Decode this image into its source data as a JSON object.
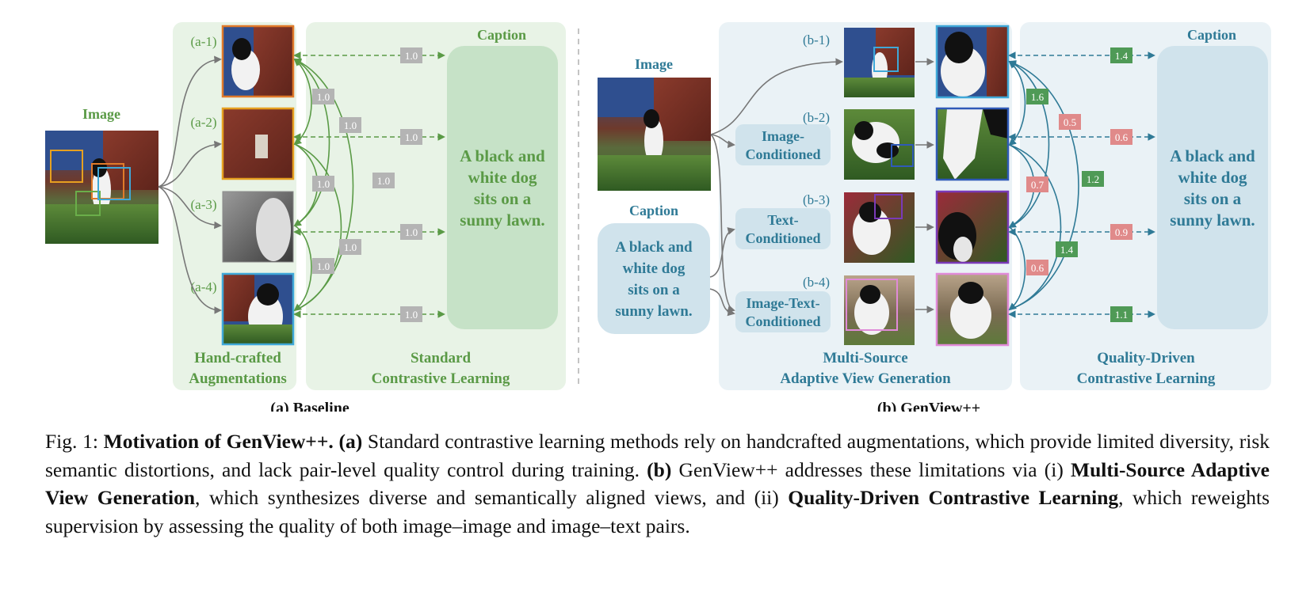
{
  "figure": {
    "left": {
      "image_label": "Image",
      "aug_labels": [
        "(a-1)",
        "(a-2)",
        "(a-3)",
        "(a-4)"
      ],
      "caption_label": "Caption",
      "caption_text": [
        "A black and",
        "white dog",
        "sits on a",
        "sunny lawn."
      ],
      "pair_weights": [
        "1.0",
        "1.0",
        "1.0",
        "1.0"
      ],
      "image_pair_weights": [
        "1.0",
        "1.0",
        "1.0",
        "1.0",
        "1.0",
        "1.0"
      ],
      "panel1_title": [
        "Hand-crafted",
        "Augmentations"
      ],
      "panel2_title": [
        "Standard",
        "Contrastive Learning"
      ],
      "subcaption": "(a) Baseline"
    },
    "right": {
      "image_label": "Image",
      "caption_label": "Caption",
      "input_caption": [
        "A black and",
        "white dog",
        "sits on a",
        "sunny lawn."
      ],
      "gen_labels": [
        "(b-1)",
        "(b-2)",
        "(b-3)",
        "(b-4)"
      ],
      "cond_labels": [
        [
          "Image-",
          "Conditioned"
        ],
        [
          "Text-",
          "Conditioned"
        ],
        [
          "Image-Text-",
          "Conditioned"
        ]
      ],
      "pair_weights": [
        "1.4",
        "0.6",
        "0.9",
        "1.1"
      ],
      "image_pair_weights": [
        "1.6",
        "0.5",
        "1.2",
        "0.7",
        "1.4",
        "0.6"
      ],
      "caption_text": [
        "A black and",
        "white dog",
        "sits on a",
        "sunny lawn."
      ],
      "panel1_title": [
        "Multi-Source",
        "Adaptive View Generation"
      ],
      "panel2_title": [
        "Quality-Driven",
        "Contrastive Learning"
      ],
      "subcaption": "(b) GenView++"
    },
    "colors": {
      "green_text": "#5a9a46",
      "green_panel": "#e8f3e6",
      "green_box": "#c6e2c7",
      "blue_text": "#2f7a96",
      "blue_panel": "#eaf2f6",
      "blue_box": "#d0e3ec",
      "weight_gray": "#b4b4b4",
      "weight_green": "#4f9a56",
      "weight_red": "#e08a8a"
    }
  },
  "caption": {
    "prefix": "Fig. 1: ",
    "title": "Motivation of GenView++.",
    "a_label": " (a)",
    "a_text": " Standard contrastive learning methods rely on handcrafted augmentations, which provide limited diversity, risk semantic distortions, and lack pair-level quality control during training. ",
    "b_label": "(b)",
    "b_text1": " GenView++ addresses these limitations via (i) ",
    "term1": "Multi-Source Adaptive View Generation",
    "b_text2": ", which synthesizes diverse and semantically aligned views, and (ii) ",
    "term2": "Quality-Driven Contrastive Learning",
    "b_text3": ", which reweights supervision by assessing the quality of both image–image and image–text pairs."
  }
}
